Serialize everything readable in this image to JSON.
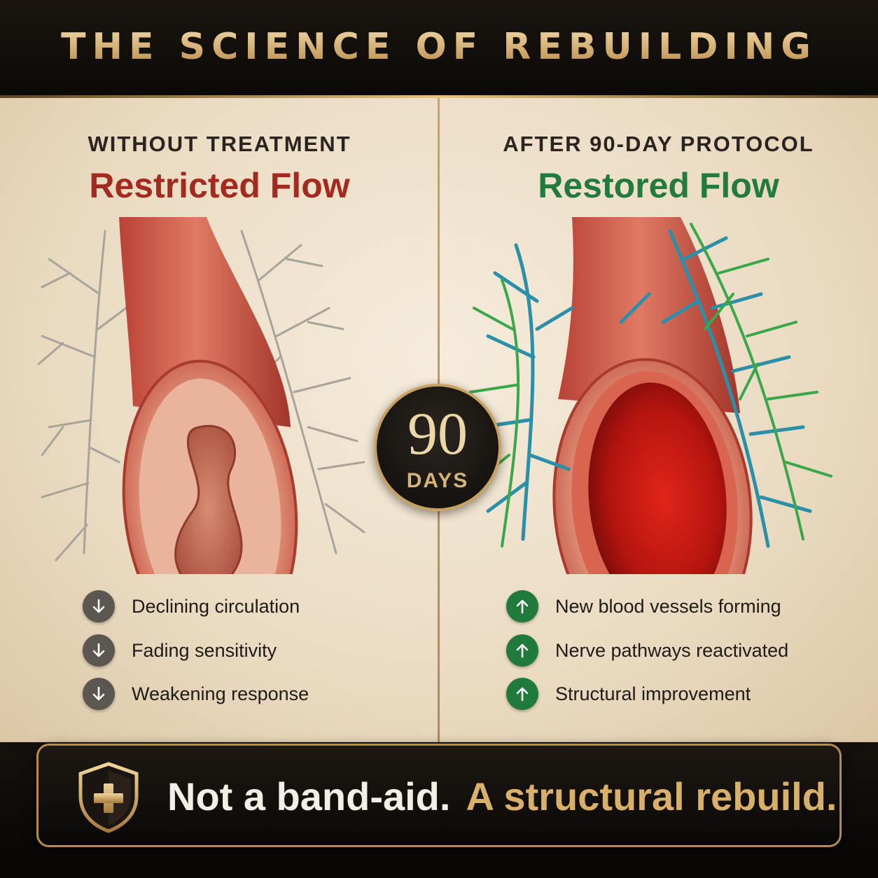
{
  "header": {
    "title": "THE SCIENCE OF REBUILDING"
  },
  "left_panel": {
    "kicker": "WITHOUT TREATMENT",
    "heading": "Restricted Flow",
    "items": [
      "Declining circulation",
      "Fading sensitivity",
      "Weakening response"
    ]
  },
  "right_panel": {
    "kicker": "AFTER 90-DAY PROTOCOL",
    "heading": "Restored Flow",
    "items": [
      "New blood vessels forming",
      "Nerve pathways reactivated",
      "Structural improvement"
    ]
  },
  "badge": {
    "number": "90",
    "unit": "DAYS"
  },
  "banner": {
    "part1": "Not a band-aid.",
    "part2": "A structural rebuild."
  },
  "colors": {
    "restricted": "#a32a1f",
    "restored": "#237a3e",
    "gold": "#d8b06a",
    "dark": "#0d0b09",
    "parchment": "#f2e6d2"
  },
  "icons": {
    "down_bullet": "arrow-down-icon",
    "up_bullet": "arrow-up-icon",
    "banner": "shield-plus-icon"
  }
}
